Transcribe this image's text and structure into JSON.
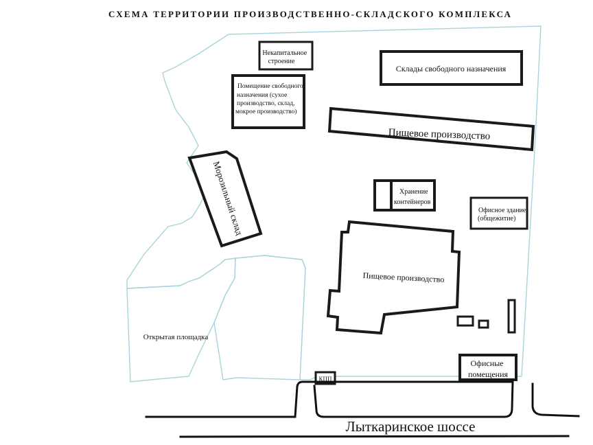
{
  "title": "СХЕМА ТЕРРИТОРИИ ПРОИЗВОДСТВЕННО-СКЛАДСКОГО КОМПЛЕКСА",
  "buildings": {
    "temporary_structure": [
      "Некапитальное",
      "строение"
    ],
    "free_purpose_warehouses": "Склады свободного назначения",
    "free_purpose_premises": [
      "Помещение свободного",
      "назначения (сухое",
      "производство, склад,",
      "мокрое производство)"
    ],
    "food_production_long": "Пищевое производство",
    "freezer_warehouse": "Морозильный склад",
    "container_storage": [
      "Хранение",
      "контейнеров"
    ],
    "office_dormitory": [
      "Офисное здание",
      "(общежитие)"
    ],
    "food_production_main": "Пищевое производство",
    "open_area": "Открытая площадка",
    "checkpoint": "КПП",
    "office_premises": [
      "Офисные",
      "помещения"
    ]
  },
  "road": {
    "name": "Лыткаринское шоссе"
  },
  "colors": {
    "outline": "#1a1a1a",
    "territory_boundary": "#a8d4dc",
    "background": "#ffffff"
  }
}
